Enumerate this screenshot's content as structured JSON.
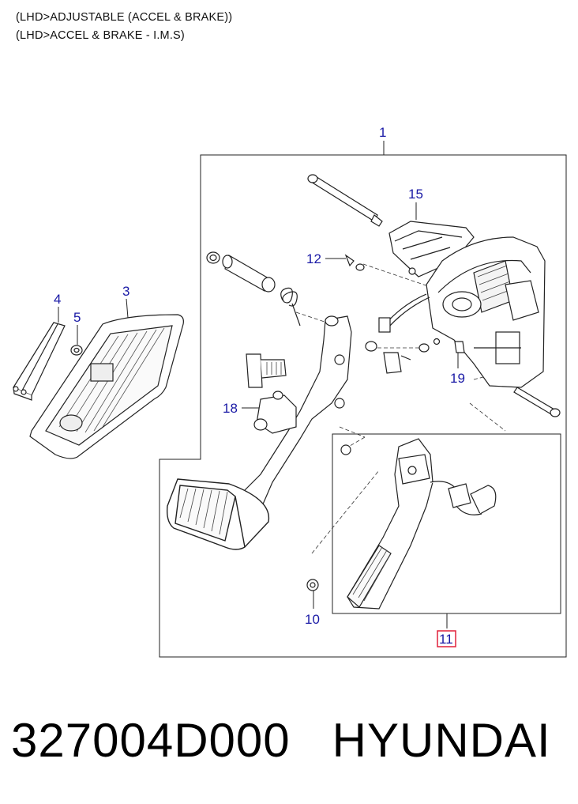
{
  "header": {
    "line1": "(LHD>ADJUSTABLE (ACCEL & BRAKE))",
    "line2": "(LHD>ACCEL & BRAKE - I.M.S)"
  },
  "callouts": {
    "c1": "1",
    "c3": "3",
    "c4": "4",
    "c5": "5",
    "c10": "10",
    "c11": "11",
    "c12": "12",
    "c15": "15",
    "c18": "18",
    "c19": "19"
  },
  "highlight_color": "#e0203a",
  "callout_color": "#1a1aa6",
  "footer": {
    "part_number": "327004D000",
    "brand": "HYUNDAI"
  }
}
